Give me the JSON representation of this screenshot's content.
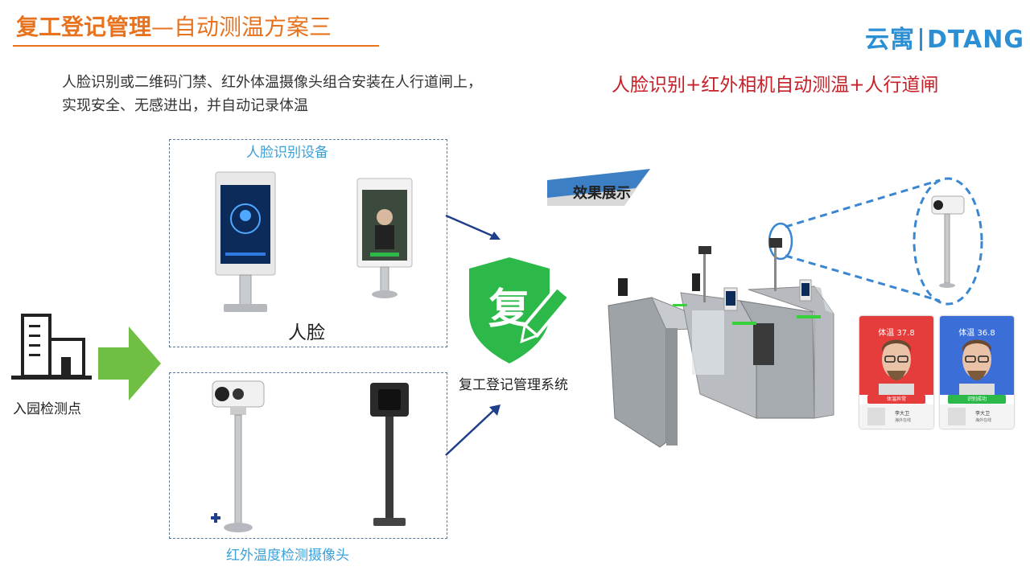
{
  "header": {
    "title_main": "复工登记管理",
    "title_sub": "—自动测温方案三",
    "logo_cn": "云寓",
    "logo_en": "DTANG",
    "brand_color": "#e8731f",
    "logo_color": "#2d8fd3"
  },
  "description": {
    "line1": "人脸识别或二维码门禁、红外体温摄像头组合安装在人行道闸上，",
    "line2": "实现安全、无感进出，并自动记录体温"
  },
  "solution_title": "人脸识别+红外相机自动测温+人行道闸",
  "solution_color": "#c62128",
  "entry": {
    "label": "入园检测点",
    "icon": "building-icon"
  },
  "face_group": {
    "caption": "人脸识别设备",
    "word": "人脸",
    "caption_color": "#3ba0d8"
  },
  "temp_group": {
    "caption": "红外温度检测摄像头"
  },
  "system": {
    "label": "复工登记管理系统",
    "badge_char": "复",
    "badge_color": "#2db84a",
    "icon": "shield-pencil-icon"
  },
  "effect": {
    "label": "效果展示"
  },
  "cards": [
    {
      "temp": "体温 37.8",
      "status": "体温异常",
      "name": "李大卫",
      "sub": "海外在线",
      "color": "#e53c3c"
    },
    {
      "temp": "体温 36.8",
      "status": "识别成功",
      "name": "李大卫",
      "sub": "海外在线",
      "color": "#3c6ed8"
    }
  ]
}
